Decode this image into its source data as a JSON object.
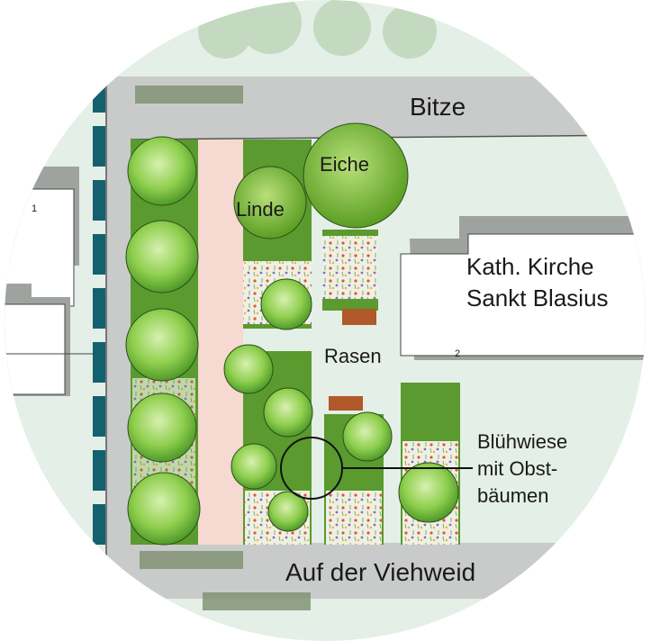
{
  "map": {
    "streets": {
      "north": "Bitze",
      "south": "Auf der Viehweid"
    },
    "buildings": {
      "church_line1": "Kath. Kirche",
      "church_line2": "Sankt Blasius",
      "number_1": "1",
      "number_2": "2"
    },
    "trees": {
      "linde": "Linde",
      "eiche": "Eiche"
    },
    "areas": {
      "lawn": "Rasen",
      "meadow_line1": "Blühwiese",
      "meadow_line2": "mit Obst-",
      "meadow_line3": "bäumen"
    },
    "colors": {
      "background": "#e4efe7",
      "road": "#c9cbca",
      "bed_green": "#5a9a2e",
      "path_pink": "#f6d9d0",
      "parking_teal": "#13616f",
      "building": "#ffffff",
      "building_shadow": "#9fa3a0"
    }
  }
}
